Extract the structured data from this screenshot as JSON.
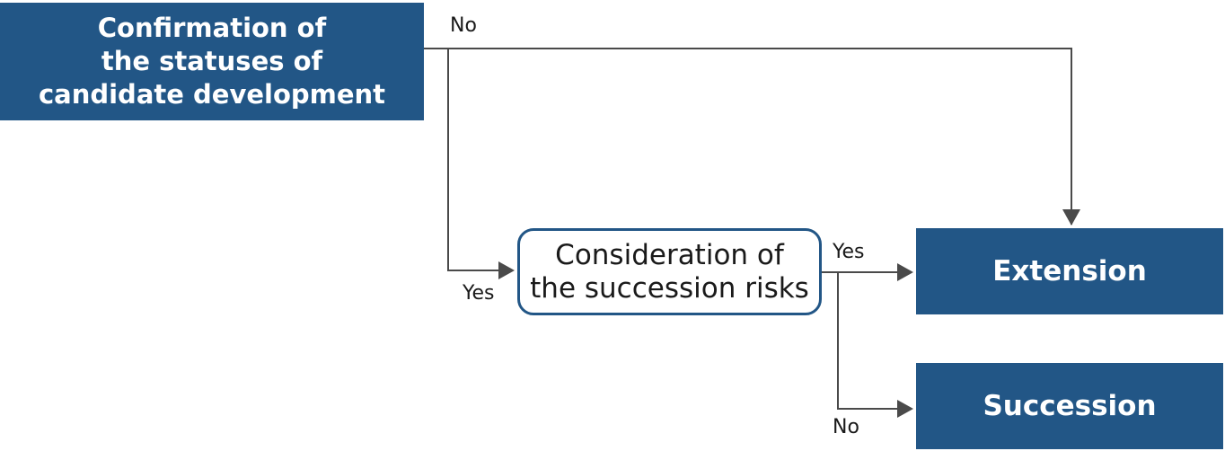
{
  "nodes": {
    "start": "Confirmation of\nthe statuses of\ncandidate development",
    "decision": "Consideration of\nthe succession risks",
    "extension": "Extension",
    "succession": "Succession"
  },
  "edges": {
    "start_to_extension": "No",
    "start_to_decision": "Yes",
    "decision_to_extension": "Yes",
    "decision_to_succession": "No"
  },
  "colors": {
    "box_fill": "#225686",
    "line": "#4a4a4a"
  }
}
